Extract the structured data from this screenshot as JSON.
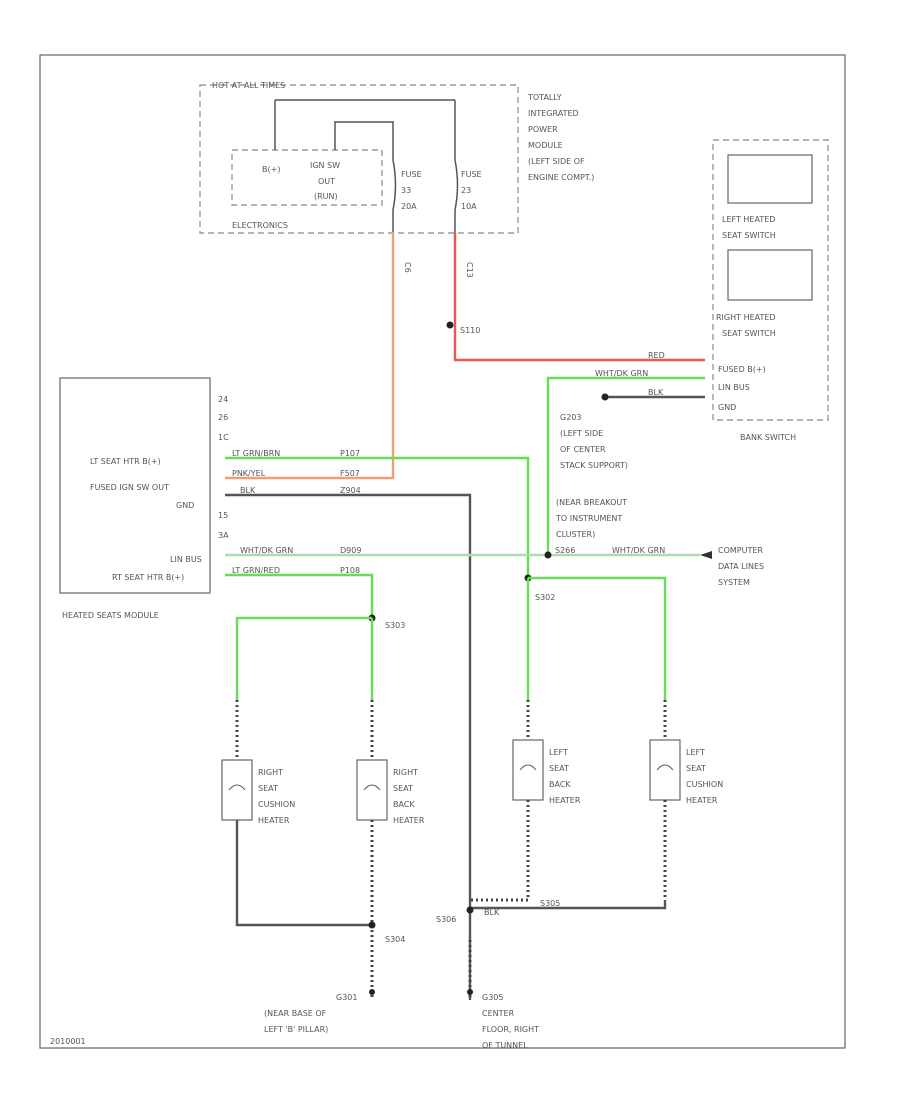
{
  "tipm": {
    "bus_label": "HOT AT ALL TIMES",
    "title": "TOTALLY INTEGRATED POWER MODULE (LEFT SIDE OF ENGINE COMPT.)",
    "electronics_label": "ELECTRONICS",
    "bplus_label": "B(+)",
    "ign_label": "IGN SW OUT (RUN)",
    "fuse1": "FUSE 33 20A",
    "fuse2": "FUSE 23 10A",
    "pin1": "C6",
    "pin2": "C13"
  },
  "splices": {
    "s110": "S110",
    "g203": "G203 (LEFT SIDE OF CENTER STACK SUPPORT)",
    "breakout": "(NEAR BREAKOUT TO INSTRUMENT CLUSTER)",
    "s266": "S266",
    "s302": "S302",
    "s303": "S303",
    "s304": "S304",
    "s305": "S305",
    "s306": "S306",
    "g301": "G301 (NEAR BASE OF LEFT 'B' PILLAR)",
    "g305": "G305 CENTER FLOOR, RIGHT OF TUNNEL"
  },
  "bank_switch": {
    "left_label": "LEFT HEATED SEAT SWITCH",
    "right_label": "RIGHT HEATED SEAT SWITCH",
    "pin_fused": "FUSED B(+)",
    "pin_lin": "LIN BUS",
    "pin_gnd": "GND",
    "title": "BANK SWITCH"
  },
  "module": {
    "title": "HEATED SEATS MODULE",
    "pins": [
      "24",
      "26",
      "1C",
      "LT SEAT HTR B(+)",
      "FUSED IGN SW OUT",
      "GND",
      "15",
      "3A",
      "LIN BUS",
      "RT SEAT HTR B(+)"
    ],
    "pin_lt": "LT SEAT HTR B(+)",
    "pin_fused": "FUSED IGN SW OUT",
    "pin_gnd": "GND",
    "pin_lin": "LIN BUS",
    "pin_rt": "RT SEAT HTR B(+)"
  },
  "wires": {
    "lt_grn": "LT GRN/BRN",
    "org": "PNK/YEL",
    "blk": "BLK",
    "wht_grn": "WHT/DK GRN",
    "lt_grn2": "LT GRN/RED",
    "red": "RED",
    "p107": "P107",
    "f507": "F507",
    "z904": "Z904",
    "d909": "D909",
    "p108": "P108"
  },
  "computer": "COMPUTER DATA LINES SYSTEM",
  "heaters": {
    "rsc": "RIGHT SEAT CUSHION HEATER",
    "rsb": "RIGHT SEAT BACK HEATER",
    "lsb": "LEFT SEAT BACK HEATER",
    "lsc": "LEFT SEAT CUSHION HEATER"
  },
  "footer": "2010001"
}
